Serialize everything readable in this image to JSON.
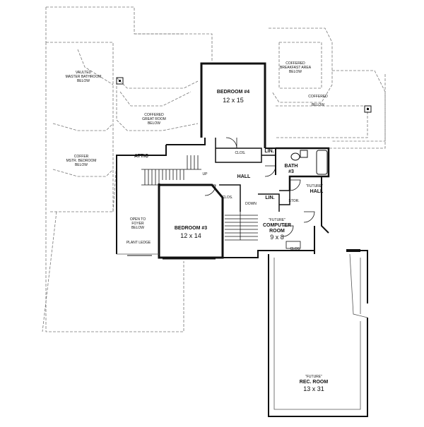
{
  "rooms": {
    "bedroom4": {
      "name": "BEDROOM #4",
      "size": "12 x 15"
    },
    "bedroom3": {
      "name": "BEDROOM #3",
      "size": "12 x 14"
    },
    "bath3": {
      "name": "BATH",
      "number": "#3"
    },
    "hall": "HALL",
    "future_hall": {
      "tag": "\"FUTURE\"",
      "name": "HALL"
    },
    "computer_room": {
      "tag": "\"FUTURE\"",
      "name": "COMPUTER",
      "name2": "ROOM",
      "size": "9 x 8"
    },
    "rec_room": {
      "tag": "\"FUTURE\"",
      "name": "REC. ROOM",
      "size": "13 x 31"
    },
    "attic": "ATTIC"
  },
  "small_labels": {
    "clos_top": "CLOS.",
    "clos_mid": "CLOS.",
    "clos_bottom": "CLOS.",
    "lin_top": "LIN.",
    "lin_mid": "LIN.",
    "stor": "STOR.",
    "down": "DOWN",
    "up": "UP"
  },
  "notes": {
    "vaulted": [
      "VAULTED",
      "MASTER BATHROOM",
      "BELOW"
    ],
    "coffered_great": [
      "COFFERED",
      "GREAT ROOM",
      "BELOW"
    ],
    "coffered_breakfast": [
      "COFFERED",
      "BREAKFAST AREA",
      "BELOW"
    ],
    "coffered_right": [
      "COFFERED",
      "BELOW"
    ],
    "coffer_master": [
      "COFFER",
      "MSTR. BEDROOM",
      "BELOW"
    ],
    "open_foyer": [
      "OPEN TO",
      "FOYER",
      "BELOW"
    ],
    "plant_ledge": "PLANT LEDGE"
  }
}
